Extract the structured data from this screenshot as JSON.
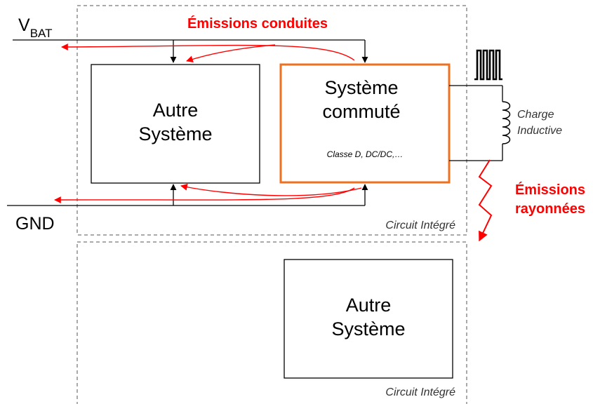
{
  "rails": {
    "vbat_main": "V",
    "vbat_sub": "BAT",
    "gnd": "GND"
  },
  "ic_top": {
    "label": "Circuit Intégré",
    "other_system": [
      "Autre",
      "Système"
    ],
    "switched_system": [
      "Système",
      "commuté"
    ],
    "switched_examples": "Classe D, DC/DC,…"
  },
  "ic_bottom": {
    "label": "Circuit Intégré",
    "other_system": [
      "Autre",
      "Système"
    ]
  },
  "load": [
    "Charge",
    "Inductive"
  ],
  "emissions": {
    "conducted": "Émissions conduites",
    "radiated": [
      "Émissions",
      "rayonnées"
    ]
  },
  "colors": {
    "emission": "#ff0000",
    "switched_border": "#f07020",
    "wire": "#000000",
    "ic_border": "#555555"
  }
}
